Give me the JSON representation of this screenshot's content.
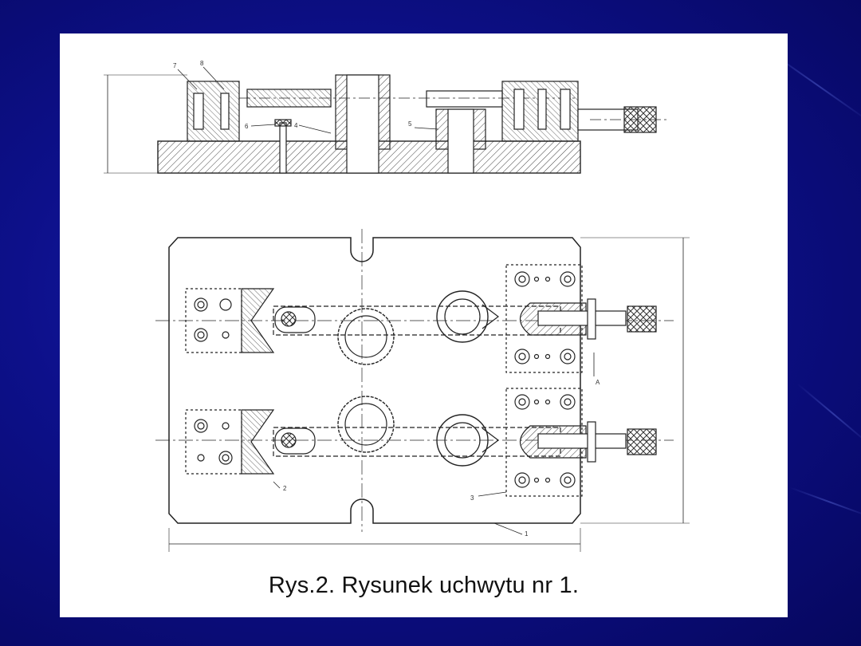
{
  "slide": {
    "caption": "Rys.2. Rysunek uchwytu nr 1.",
    "background_color": "#0d108a",
    "panel_color": "#ffffff"
  },
  "drawing": {
    "callouts": [
      "1",
      "2",
      "3",
      "4",
      "5",
      "6",
      "7",
      "8"
    ],
    "section_mark": "A"
  }
}
